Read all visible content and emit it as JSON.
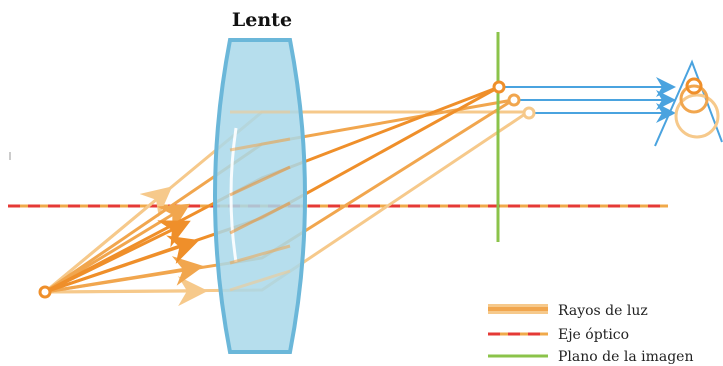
{
  "title": "Lente",
  "legend": [
    {
      "label": "Rayos de luz",
      "color": "#f0a94a",
      "style": "band"
    },
    {
      "label": "Eje óptico",
      "color_a": "#e53935",
      "color_b": "#f0a94a",
      "style": "dashed"
    },
    {
      "label": "Plano de la imagen",
      "color": "#8bc34a",
      "style": "solid"
    }
  ],
  "colors": {
    "ray_dark": "#ef8f2a",
    "ray_mid": "#f1a64e",
    "ray_light": "#f6c98b",
    "lens_fill": "#a9d8ea",
    "lens_stroke": "#6bb7d9",
    "output_ray": "#4aa3df",
    "image_plane": "#8bc34a",
    "axis_red": "#e53935"
  }
}
